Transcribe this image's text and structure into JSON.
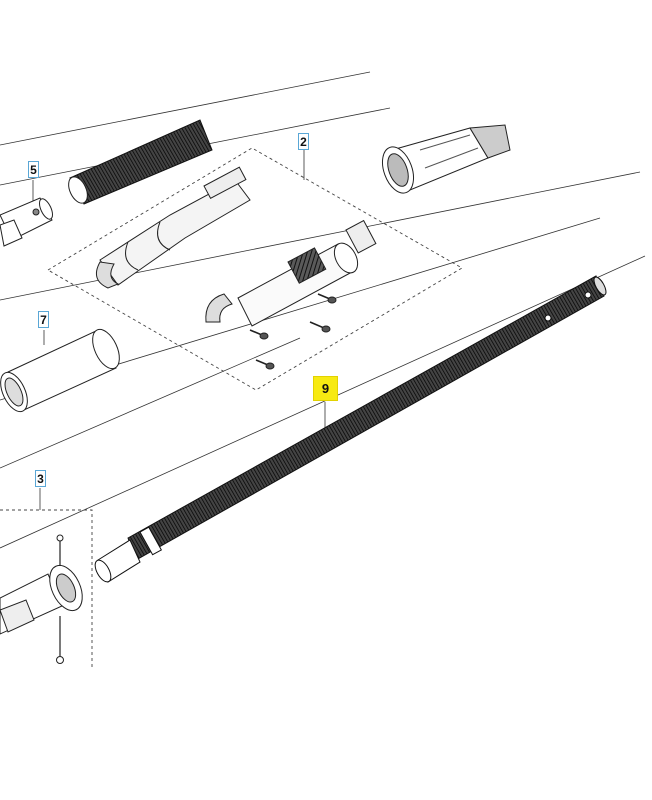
{
  "callouts": {
    "part_2": "2",
    "part_3": "3",
    "part_5": "5",
    "part_7": "7",
    "part_9": "9"
  },
  "colors": {
    "line": "#333333",
    "knurl": "#2a2a2a",
    "callout_border": "#5aa7d6",
    "highlight": "#f7ea12"
  }
}
